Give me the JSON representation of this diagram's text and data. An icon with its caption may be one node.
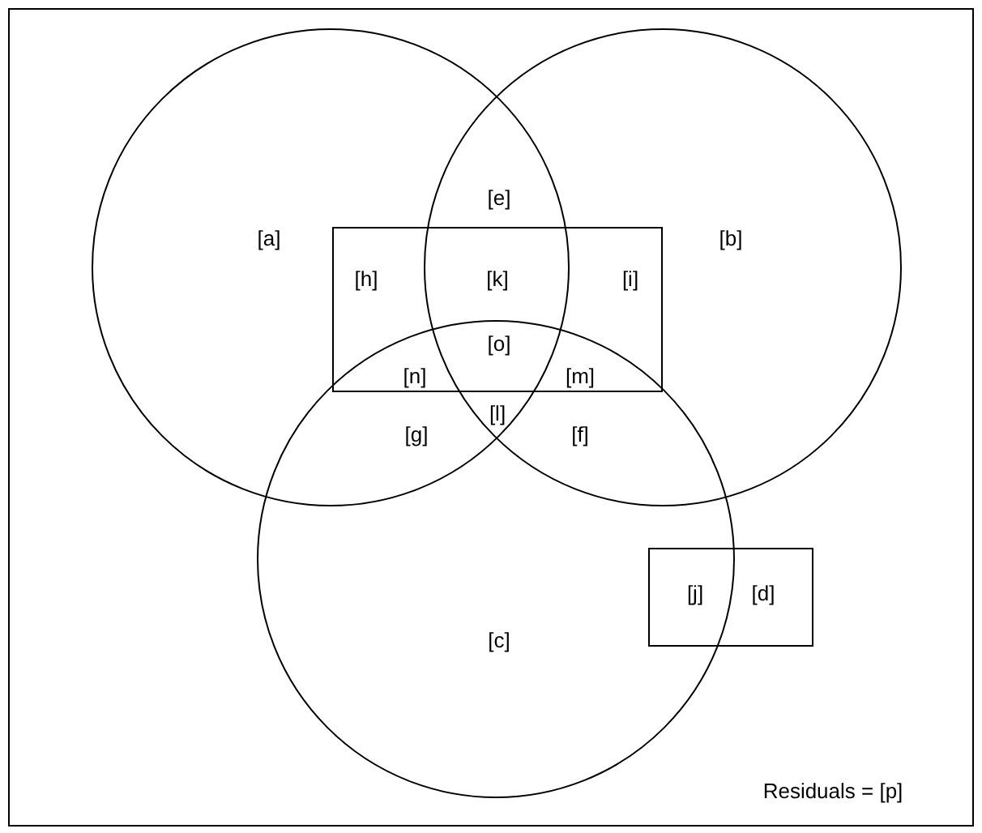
{
  "diagram": {
    "nodes": [
      {
        "text": [],
        "shape": "circle"
      },
      {
        "text": [],
        "shape": "circle"
      },
      {
        "text": [],
        "shape": "circle"
      },
      {
        "text": [],
        "shape": "box"
      },
      {
        "text": [],
        "shape": "box"
      }
    ],
    "labels": [
      "[a]",
      "[e]",
      "[b]",
      "[h]",
      "[k]",
      "[i]",
      "[o]",
      "[n]",
      "[m]",
      "[l]",
      "[g]",
      "[f]",
      "[j]",
      "[d]",
      "[c]",
      "Residuals = [p]"
    ]
  }
}
